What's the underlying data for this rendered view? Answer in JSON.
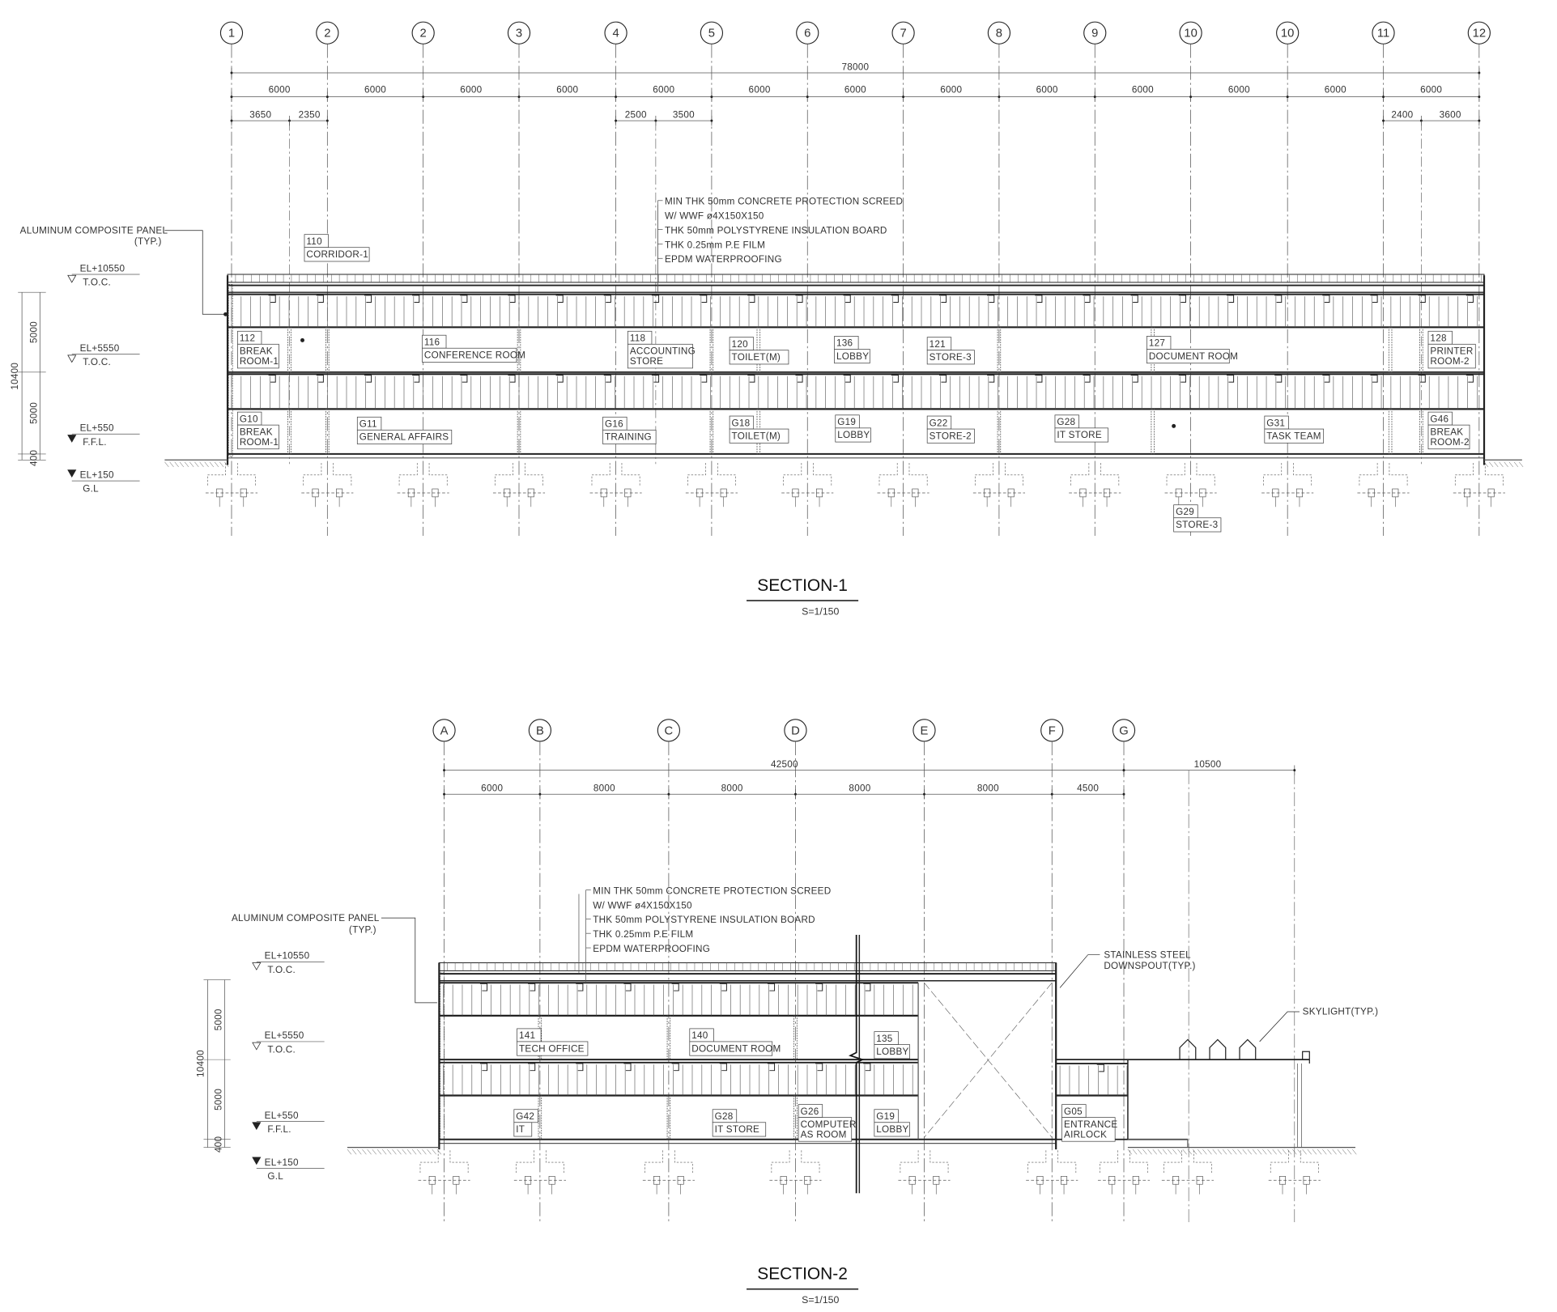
{
  "section1": {
    "title": "SECTION-1",
    "scale": "S=1/150",
    "grid_labels": [
      "1",
      "2",
      "2",
      "3",
      "4",
      "5",
      "6",
      "7",
      "8",
      "9",
      "10",
      "10",
      "11",
      "12"
    ],
    "overall_dim": "78000",
    "bay_dims": [
      "6000",
      "6000",
      "6000",
      "6000",
      "6000",
      "6000",
      "6000",
      "6000",
      "6000",
      "6000",
      "6000",
      "6000",
      "6000"
    ],
    "sub_dims": [
      "3650",
      "2350",
      "2500",
      "3500",
      "2400",
      "3600"
    ],
    "height_dims": {
      "total": "10400",
      "upper": "5000",
      "lower": "5000",
      "plinth": "400"
    },
    "elevations": [
      {
        "level": "EL+10550",
        "ref": "T.O.C."
      },
      {
        "level": "EL+5550",
        "ref": "T.O.C."
      },
      {
        "level": "EL+550",
        "ref": "F.F.L."
      },
      {
        "level": "EL+150",
        "ref": "G.L"
      }
    ],
    "panel_note": [
      "ALUMINUM COMPOSITE PANEL",
      "(TYP.)"
    ],
    "roof_notes": [
      "MIN THK 50mm CONCRETE PROTECTION SCREED",
      "W/ WWF ø4X150X150",
      "THK 50mm POLYSTYRENE INSULATION BOARD",
      "THK 0.25mm P.E FILM",
      "EPDM WATERPROOFING"
    ],
    "rooms": [
      {
        "no": "110",
        "name": [
          "CORRIDOR-1"
        ]
      },
      {
        "no": "112",
        "name": [
          "BREAK",
          "ROOM-1"
        ]
      },
      {
        "no": "116",
        "name": [
          "CONFERENCE ROOM"
        ]
      },
      {
        "no": "118",
        "name": [
          "ACCOUNTING",
          "STORE"
        ]
      },
      {
        "no": "120",
        "name": [
          "TOILET(M)"
        ]
      },
      {
        "no": "136",
        "name": [
          "LOBBY"
        ]
      },
      {
        "no": "121",
        "name": [
          "STORE-3"
        ]
      },
      {
        "no": "127",
        "name": [
          "DOCUMENT ROOM"
        ]
      },
      {
        "no": "128",
        "name": [
          "PRINTER",
          "ROOM-2"
        ]
      },
      {
        "no": "G10",
        "name": [
          "BREAK",
          "ROOM-1"
        ]
      },
      {
        "no": "G11",
        "name": [
          "GENERAL AFFAIRS"
        ]
      },
      {
        "no": "G16",
        "name": [
          "TRAINING"
        ]
      },
      {
        "no": "G18",
        "name": [
          "TOILET(M)"
        ]
      },
      {
        "no": "G19",
        "name": [
          "LOBBY"
        ]
      },
      {
        "no": "G22",
        "name": [
          "STORE-2"
        ]
      },
      {
        "no": "G28",
        "name": [
          "IT STORE"
        ]
      },
      {
        "no": "G31",
        "name": [
          "TASK TEAM"
        ]
      },
      {
        "no": "G46",
        "name": [
          "BREAK",
          "ROOM-2"
        ]
      },
      {
        "no": "G29",
        "name": [
          "STORE-3"
        ]
      }
    ]
  },
  "section2": {
    "title": "SECTION-2",
    "scale": "S=1/150",
    "grid_labels": [
      "A",
      "B",
      "C",
      "D",
      "E",
      "F",
      "G"
    ],
    "overall_dims": [
      "42500",
      "10500"
    ],
    "bay_dims": [
      "6000",
      "8000",
      "8000",
      "8000",
      "8000",
      "4500"
    ],
    "height_dims": {
      "total": "10400",
      "upper": "5000",
      "lower": "5000",
      "plinth": "400"
    },
    "elevations": [
      {
        "level": "EL+10550",
        "ref": "T.O.C."
      },
      {
        "level": "EL+5550",
        "ref": "T.O.C."
      },
      {
        "level": "EL+550",
        "ref": "F.F.L."
      },
      {
        "level": "EL+150",
        "ref": "G.L"
      }
    ],
    "panel_note": [
      "ALUMINUM COMPOSITE PANEL",
      "(TYP.)"
    ],
    "roof_notes": [
      "MIN THK 50mm CONCRETE PROTECTION SCREED",
      "W/ WWF ø4X150X150",
      "THK 50mm POLYSTYRENE INSULATION BOARD",
      "THK 0.25mm P.E FILM",
      "EPDM WATERPROOFING"
    ],
    "downspout_note": [
      "STAINLESS STEEL",
      "DOWNSPOUT(TYP.)"
    ],
    "skylight_note": "SKYLIGHT(TYP.)",
    "rooms": [
      {
        "no": "141",
        "name": [
          "TECH OFFICE"
        ]
      },
      {
        "no": "140",
        "name": [
          "DOCUMENT ROOM"
        ]
      },
      {
        "no": "135",
        "name": [
          "LOBBY"
        ]
      },
      {
        "no": "G42",
        "name": [
          "IT"
        ]
      },
      {
        "no": "G28",
        "name": [
          "IT STORE"
        ]
      },
      {
        "no": "G26",
        "name": [
          "COMPUTER",
          "AS ROOM"
        ]
      },
      {
        "no": "G19",
        "name": [
          "LOBBY"
        ]
      },
      {
        "no": "G05",
        "name": [
          "ENTRANCE",
          "AIRLOCK"
        ]
      }
    ]
  },
  "colors": {
    "line": "#222222",
    "grid": "#555555",
    "text": "#333333",
    "background": "#ffffff"
  }
}
